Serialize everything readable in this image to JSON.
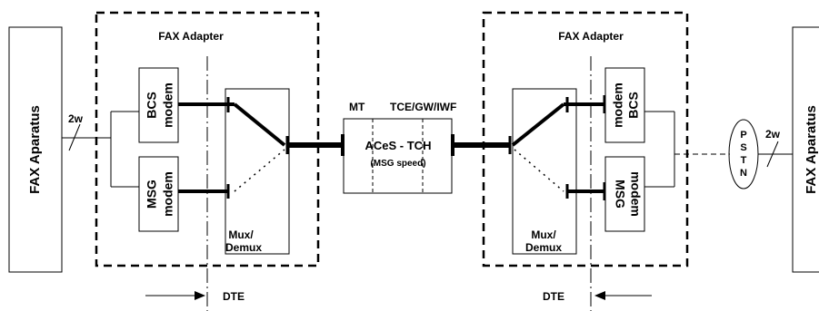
{
  "left": {
    "apparatus": "FAX Aparatus",
    "line_label": "2w",
    "adapter_title": "FAX Adapter",
    "modem_top": [
      "BCS",
      "modem"
    ],
    "modem_bottom": [
      "MSG",
      "modem"
    ],
    "mux": [
      "Mux/",
      "Demux"
    ],
    "dte": "DTE"
  },
  "center": {
    "mt": "MT",
    "tce": "TCE/GW/IWF",
    "channel": "ACeS - TCH",
    "speed": "(MSG speed)"
  },
  "right": {
    "adapter_title": "FAX Adapter",
    "modem_top": [
      "BCS",
      "modem"
    ],
    "modem_bottom": [
      "MSG",
      "modem"
    ],
    "mux": [
      "Mux/",
      "Demux"
    ],
    "dte": "DTE",
    "pstn": [
      "P",
      "S",
      "T",
      "N"
    ],
    "line_label": "2w",
    "apparatus": "FAX Aparatus"
  }
}
